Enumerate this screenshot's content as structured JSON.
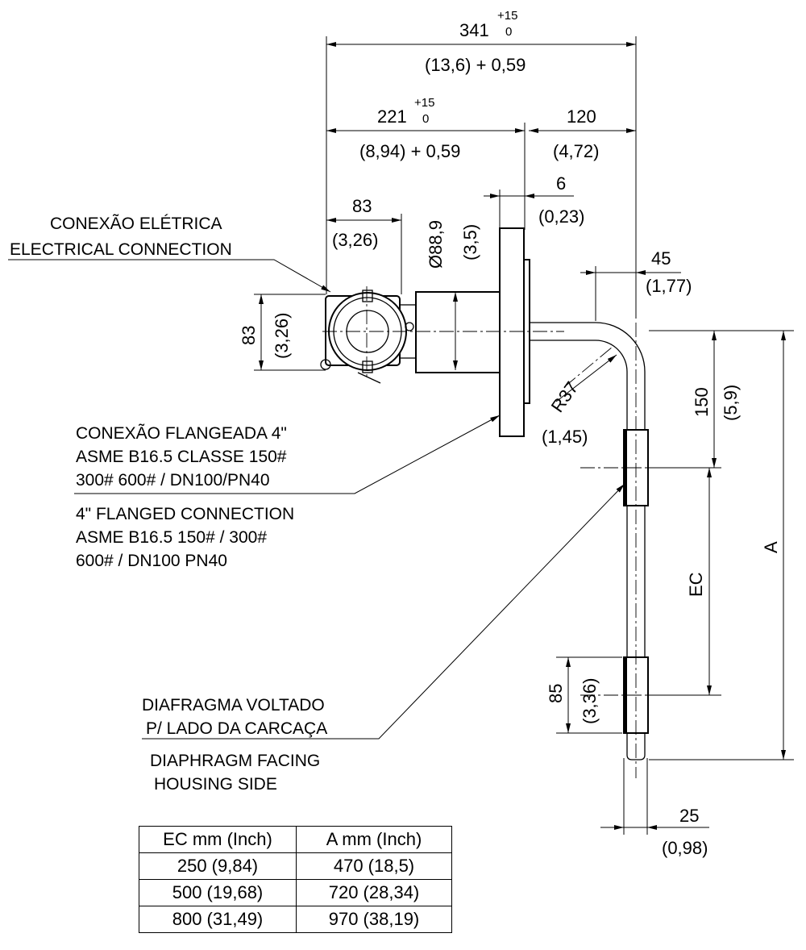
{
  "dimensions": {
    "overall_length": {
      "value": "341",
      "tol_upper": "+15",
      "tol_lower": "0",
      "inch": "(13,6) + 0,59"
    },
    "housing_to_flange": {
      "value": "221",
      "tol_upper": "+15",
      "tol_lower": "0",
      "inch": "(8,94) + 0,59"
    },
    "flange_to_tube": {
      "value": "120",
      "inch": "(4,72)"
    },
    "flange_gap": {
      "value": "6",
      "inch": "(0,23)"
    },
    "housing_width": {
      "value": "83",
      "inch": "(3,26)"
    },
    "neck_diameter": {
      "value": "Ø88,9",
      "inch": "(3,5)"
    },
    "tube_offset": {
      "value": "45",
      "inch": "(1,77)"
    },
    "housing_height": {
      "value": "83",
      "inch": "(3,26)"
    },
    "bend_radius": {
      "value": "R37",
      "inch": "(1,45)"
    },
    "bend_to_diaphragm": {
      "value": "150",
      "inch": "(5,9)"
    },
    "ec": {
      "value": "EC"
    },
    "a": {
      "value": "A"
    },
    "diaphragm_length": {
      "value": "85",
      "inch": "(3,36)"
    },
    "tube_diameter": {
      "value": "25",
      "inch": "(0,98)"
    }
  },
  "labels": {
    "electrical_connection_pt": "CONEXÃO ELÉTRICA",
    "electrical_connection_en": "ELECTRICAL CONNECTION",
    "flange_pt": [
      "CONEXÃO FLANGEADA 4\"",
      "ASME B16.5 CLASSE 150#",
      "300# 600# / DN100/PN40"
    ],
    "flange_en": [
      "4\" FLANGED CONNECTION",
      "ASME B16.5 150# / 300#",
      "600# / DN100 PN40"
    ],
    "diaphragm_pt": [
      "DIAFRAGMA VOLTADO",
      "P/ LADO DA CARCAÇA"
    ],
    "diaphragm_en": [
      "DIAPHRAGM FACING",
      "HOUSING SIDE"
    ]
  },
  "table": {
    "headers": [
      "EC mm (Inch)",
      "A mm (Inch)"
    ],
    "rows": [
      [
        "250 (9,84)",
        "470 (18,5)"
      ],
      [
        "500 (19,68)",
        "720 (28,34)"
      ],
      [
        "800 (31,49)",
        "970 (38,19)"
      ]
    ]
  }
}
